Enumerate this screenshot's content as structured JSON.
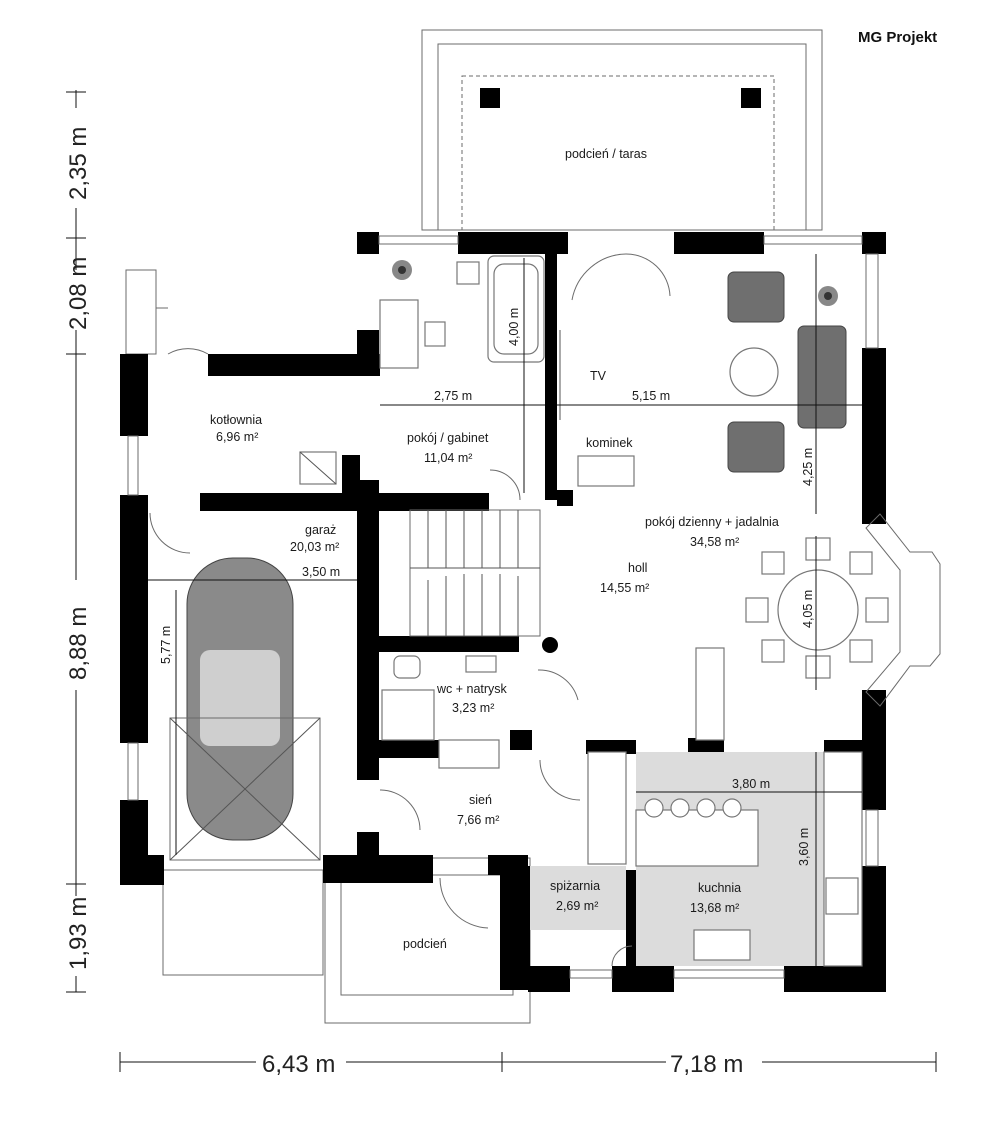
{
  "brand": "MG Projekt",
  "rooms": {
    "terrace": "podcień / taras",
    "boiler_name": "kotłownia",
    "boiler_area": "6,96 m²",
    "office_name": "pokój / gabinet",
    "office_area": "11,04 m²",
    "garage_name": "garaż",
    "garage_area": "20,03 m²",
    "hall_name": "holl",
    "hall_area": "14,55 m²",
    "living_name": "pokój dzienny + jadalnia",
    "living_area": "34,58 m²",
    "wc_name": "wc + natrysk",
    "wc_area": "3,23 m²",
    "vestibule_name": "sień",
    "vestibule_area": "7,66 m²",
    "pantry_name": "spiżarnia",
    "pantry_area": "2,69 m²",
    "kitchen_name": "kuchnia",
    "kitchen_area": "13,68 m²",
    "porch": "podcień",
    "tv": "TV",
    "fireplace": "kominek"
  },
  "inner_dims": {
    "office_bath_height": "4,00 m",
    "office_width": "2,75 m",
    "living_width": "5,15 m",
    "living_height": "4,25 m",
    "garage_width": "3,50 m",
    "garage_length": "5,77 m",
    "dining_height": "4,05 m",
    "kitchen_width": "3,80 m",
    "kitchen_height": "3,60 m"
  },
  "outer_dims": {
    "left_top": "2,35 m",
    "left_upper": "2,08 m",
    "left_main": "8,88 m",
    "left_bottom": "1,93 m",
    "bottom_left": "6,43 m",
    "bottom_right": "7,18 m"
  }
}
